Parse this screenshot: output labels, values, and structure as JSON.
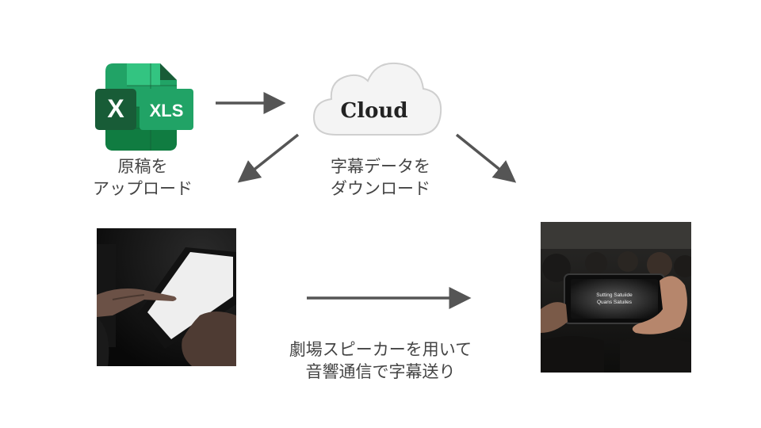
{
  "excel_icon": {
    "big_letter": "X",
    "tile_text": "XLS",
    "colors": {
      "dark": "#185C37",
      "mid": "#21A366",
      "light": "#33C481",
      "base": "#107C41"
    }
  },
  "cloud": {
    "label": "Cloud"
  },
  "labels": {
    "upload": {
      "line1": "原稿を",
      "line2": "アップロード"
    },
    "download": {
      "line1": "字幕データを",
      "line2": "ダウンロード"
    },
    "transmit": {
      "line1": "劇場スピーカーを用いて",
      "line2": "音響通信で字幕送り"
    }
  },
  "phone_screen": {
    "line1": "Sutting Satuiide",
    "line2": "Quans Satuiles"
  },
  "colors": {
    "arrow": "#555555",
    "text": "#444444"
  }
}
